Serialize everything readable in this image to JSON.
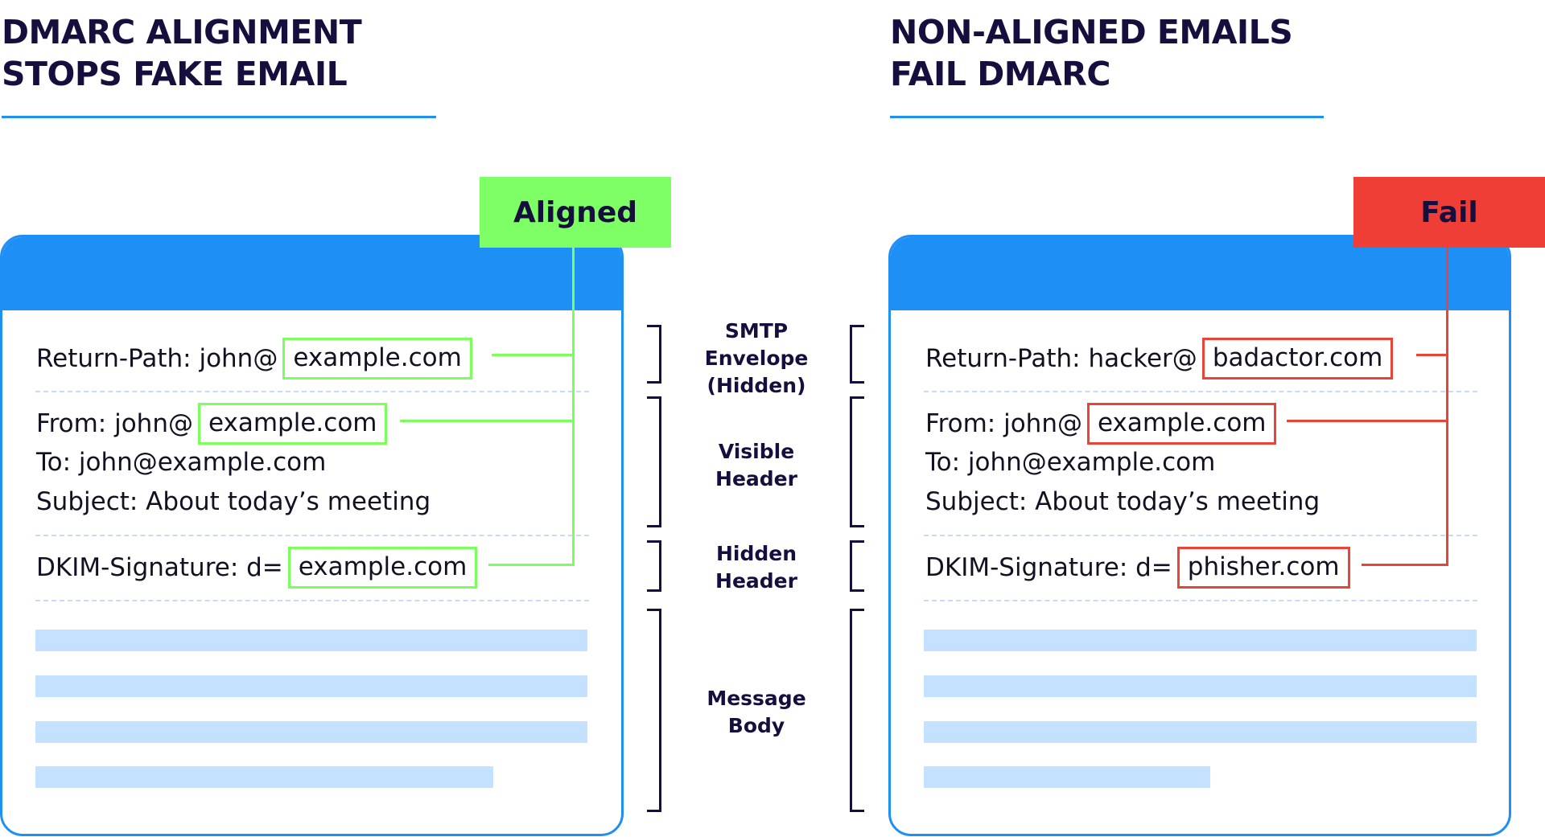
{
  "left": {
    "heading": [
      "DMARC ALIGNMENT",
      "STOPS FAKE EMAIL"
    ],
    "badge": "Aligned",
    "return_path": {
      "prefix": "Return-Path: john@",
      "domain": "example.com"
    },
    "from": {
      "prefix": "From: john@",
      "domain": "example.com"
    },
    "to": "To: john@example.com",
    "subject": "Subject: About today’s meeting",
    "dkim": {
      "prefix": "DKIM-Signature: d=",
      "domain": "example.com"
    }
  },
  "right": {
    "heading": [
      "NON-ALIGNED EMAILS",
      "FAIL DMARC"
    ],
    "badge": "Fail",
    "return_path": {
      "prefix": "Return-Path: hacker@",
      "domain": "badactor.com"
    },
    "from": {
      "prefix": "From: john@",
      "domain": "example.com"
    },
    "to": "To: john@example.com",
    "subject": "Subject: About today’s meeting",
    "dkim": {
      "prefix": "DKIM-Signature: d=",
      "domain": "phisher.com"
    }
  },
  "segments": {
    "smtp": [
      "SMTP",
      "Envelope",
      "(Hidden)"
    ],
    "visible": [
      "Visible",
      "Header"
    ],
    "hidden": [
      "Hidden",
      "Header"
    ],
    "body": [
      "Message",
      "Body"
    ]
  },
  "colors": {
    "brand_blue": "#1d8ff5",
    "aligned_green": "#7fff66",
    "fail_red": "#ef3e36",
    "navy_text": "#160f3d",
    "body_placeholder": "#c4e2ff"
  }
}
